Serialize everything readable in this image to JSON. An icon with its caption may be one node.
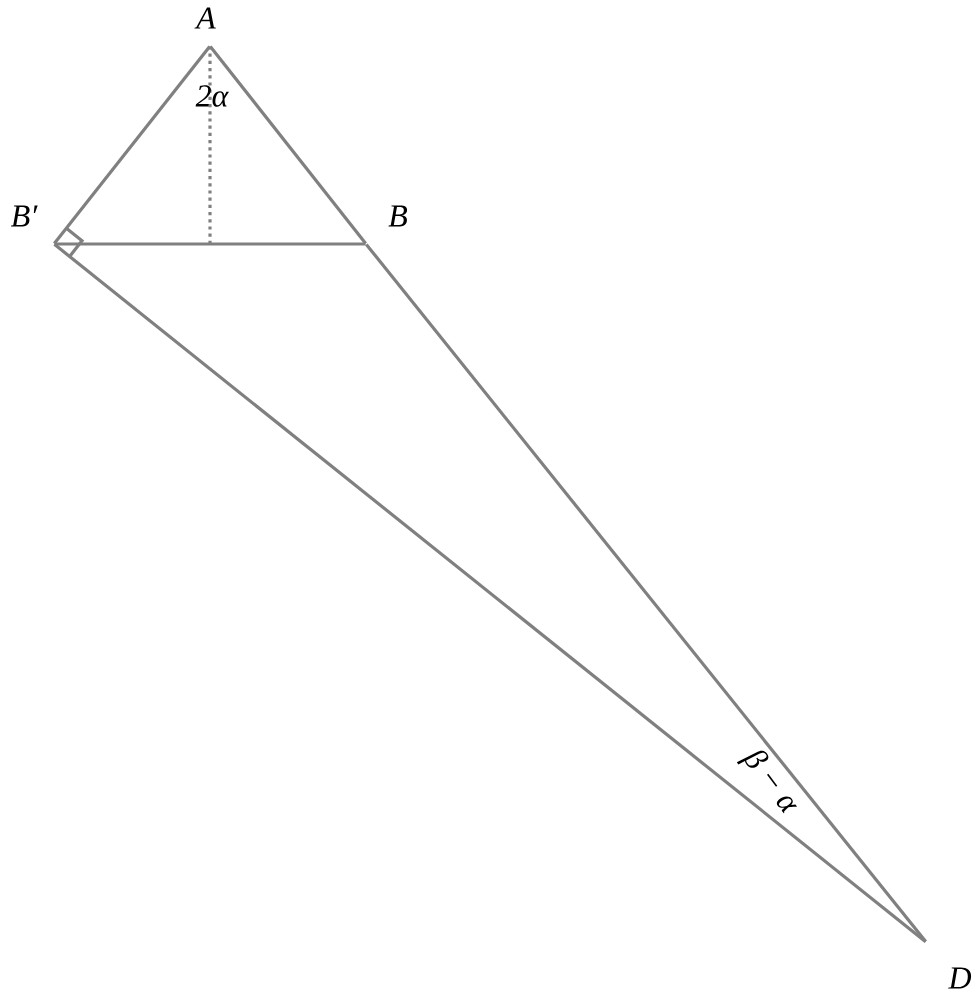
{
  "diagram": {
    "nodes": [
      {
        "text": [],
        "shape": "point",
        "beside": [
          "A"
        ]
      },
      {
        "text": [],
        "shape": "point",
        "beside": [
          "B′"
        ]
      },
      {
        "text": [],
        "shape": "point",
        "beside": [
          "B"
        ]
      },
      {
        "text": [],
        "shape": "point",
        "beside": [
          "D"
        ]
      }
    ],
    "edges": [
      {
        "from": 0,
        "to": 1,
        "arrow": "none"
      },
      {
        "from": 0,
        "to": 2,
        "arrow": "none"
      },
      {
        "from": 2,
        "to": 3,
        "arrow": "none"
      },
      {
        "from": 1,
        "to": 2,
        "arrow": "none"
      },
      {
        "from": 1,
        "to": 3,
        "arrow": "none"
      },
      {
        "from": 0,
        "to": null,
        "arrow": "none",
        "style": "dashed"
      }
    ],
    "labels": [
      "2α",
      "β − α"
    ]
  }
}
